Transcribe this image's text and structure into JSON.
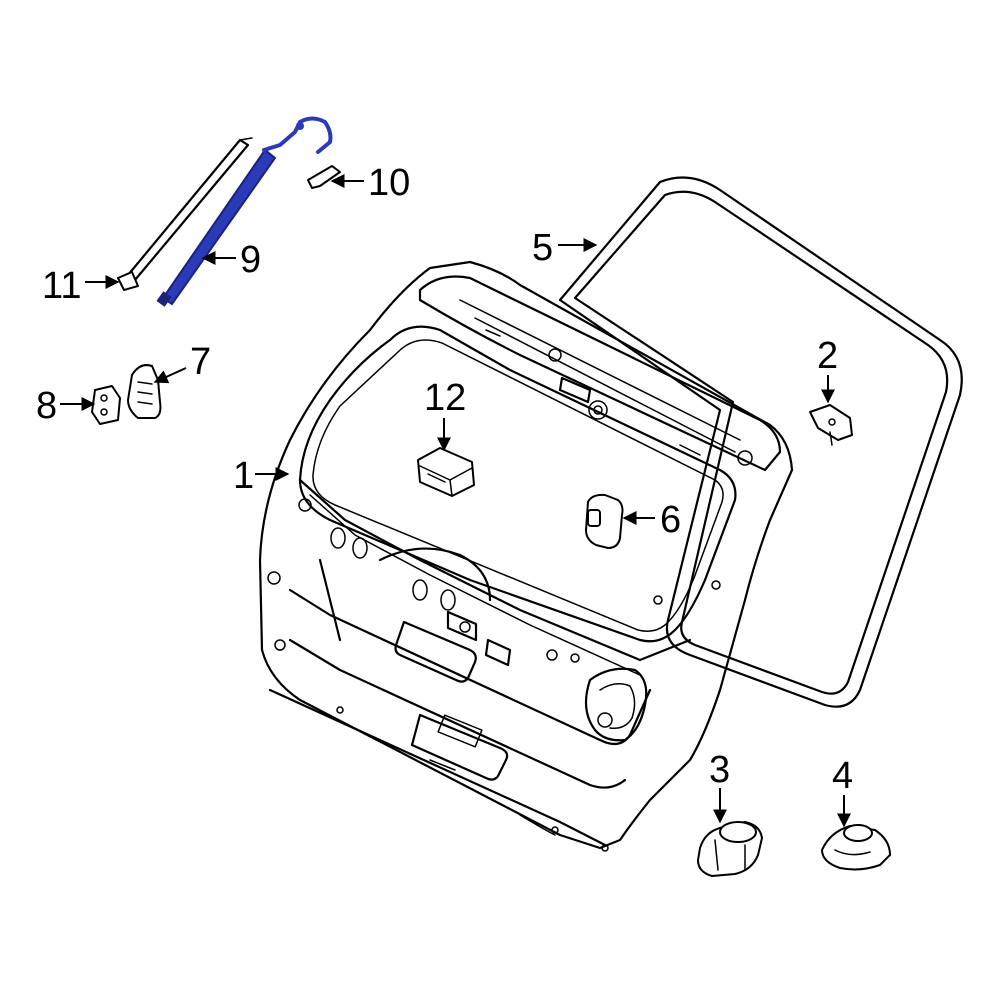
{
  "colors": {
    "line": "#000000",
    "background": "#ffffff",
    "highlight": "#2b3ab8",
    "highlight_dark": "#1a237e"
  },
  "callouts": [
    {
      "id": "1",
      "label": "1"
    },
    {
      "id": "2",
      "label": "2"
    },
    {
      "id": "3",
      "label": "3"
    },
    {
      "id": "4",
      "label": "4"
    },
    {
      "id": "5",
      "label": "5"
    },
    {
      "id": "6",
      "label": "6"
    },
    {
      "id": "7",
      "label": "7"
    },
    {
      "id": "8",
      "label": "8"
    },
    {
      "id": "9",
      "label": "9"
    },
    {
      "id": "10",
      "label": "10"
    },
    {
      "id": "11",
      "label": "11"
    },
    {
      "id": "12",
      "label": "12"
    }
  ],
  "highlighted_part": "9"
}
